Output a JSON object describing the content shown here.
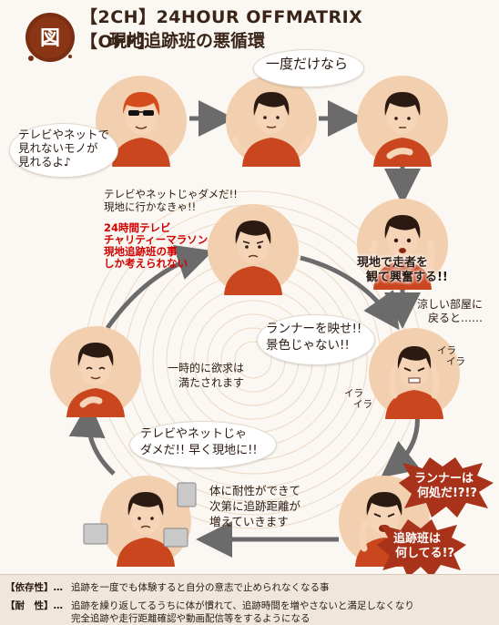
{
  "title": {
    "line1": "【2CH】24HOUR OFFMATRIX【OFF】",
    "line2": "現地追跡班の悪循環",
    "badge": "図"
  },
  "speech": {
    "ichido": "一度だけなら",
    "tv_net_1": "テレビやネットで",
    "tv_net_2": "見れないモノが",
    "tv_net_3": "見れるよ♪",
    "dame_1": "テレビやネットじゃダメだ!!",
    "dame_2": "現地に行かなきゃ!!",
    "marathon_1": "24時間テレビ",
    "marathon_2": "チャリティーマラソン",
    "marathon_3": "現地追跡班の事",
    "marathon_4": "しか考えられない",
    "genchi_1": "現地で走者を",
    "genchi_2": "観て興奮する!!",
    "suzushii_1": "涼しい部屋に",
    "suzushii_2": "戻ると……",
    "runner_1": "ランナーを映せ!!",
    "runner_2": "景色じゃない!!",
    "ira_1a": "イラ",
    "ira_1b": "イラ",
    "ira_2a": "イラ",
    "ira_2b": "イラ",
    "ichiji_1": "一時的に欲求は",
    "ichiji_2": "満たされます",
    "tv_dame_1": "テレビやネットじゃ",
    "tv_dame_2": "ダメだ!! 早く現地に!!",
    "taisei_1": "体に耐性ができて",
    "taisei_2": "次第に追跡距離が",
    "taisei_3": "増えていきます",
    "runner_where_1": "ランナーは",
    "runner_where_2": "何処だ!?!?",
    "tsuiseki_1": "追跡班は",
    "tsuiseki_2": "何してる!?"
  },
  "footer": {
    "label1": "【依存性】…",
    "text1": "追跡を一度でも体験すると自分の意志で止められなくなる事",
    "label2": "【耐　性】…",
    "text2a": "追跡を繰り返してるうちに体が慣れて、追跡時間を増やさないと満足しなくなり",
    "text2b": "完全追跡や走行距離確認や動画配信等をするようになる"
  },
  "colors": {
    "accent": "#c9461e",
    "circle": "#f2cfae",
    "arrow": "#6b6b6b",
    "burst": "#a8331a"
  }
}
